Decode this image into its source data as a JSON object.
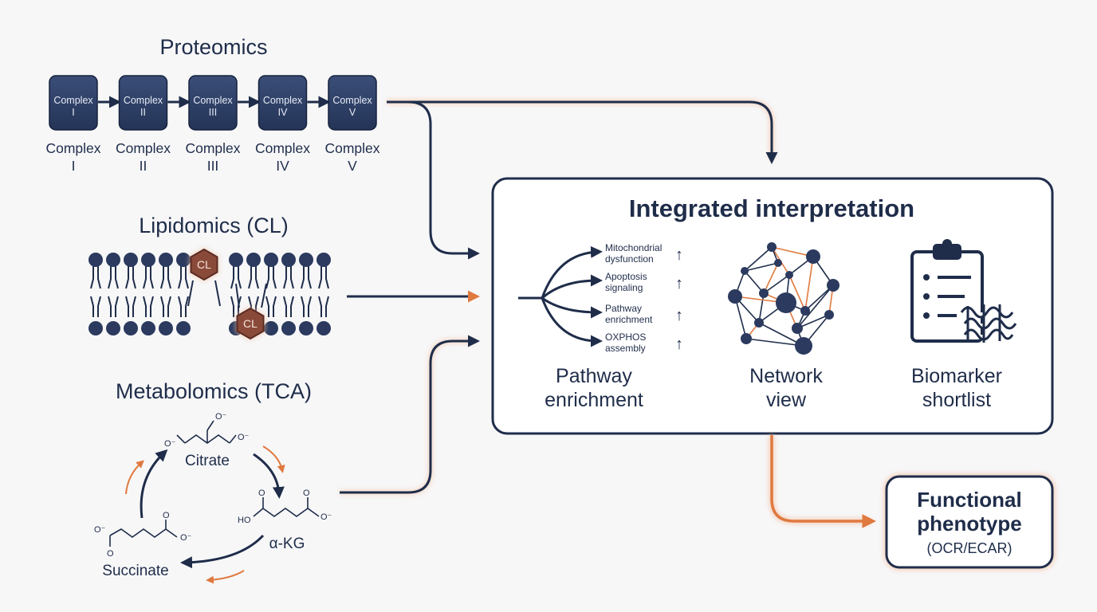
{
  "proteomics": {
    "title": "Proteomics",
    "complexes": [
      {
        "box": [
          "Complex",
          "I"
        ],
        "label": [
          "Complex",
          "I"
        ]
      },
      {
        "box": [
          "Complex",
          "II"
        ],
        "label": [
          "Complex",
          "II"
        ]
      },
      {
        "box": [
          "Complex",
          "III"
        ],
        "label": [
          "Complex",
          "III"
        ]
      },
      {
        "box": [
          "Complex",
          "IV"
        ],
        "label": [
          "Complex",
          "IV"
        ]
      },
      {
        "box": [
          "Complex",
          "V"
        ],
        "label": [
          "Complex",
          "V"
        ]
      }
    ]
  },
  "lipidomics": {
    "title": "Lipidomics (CL)",
    "marker_label": "CL"
  },
  "metabolomics": {
    "title": "Metabolomics (TCA)",
    "citrate": "Citrate",
    "akg": "α-KG",
    "succinate": "Succinate",
    "ho": "HO",
    "o_minus": "O⁻",
    "o": "O"
  },
  "integrated": {
    "title": "Integrated interpretation",
    "pathway_items": [
      {
        "lines": [
          "Mitochondrial",
          "dysfunction"
        ],
        "arrow": "↑"
      },
      {
        "lines": [
          "Apoptosis",
          "signaling"
        ],
        "arrow": "↑"
      },
      {
        "lines": [
          "Pathway",
          "enrichment"
        ],
        "arrow": "↑"
      },
      {
        "lines": [
          "OXPHOS",
          "assembly"
        ],
        "arrow": "↑"
      }
    ],
    "panels": [
      {
        "lines": [
          "Pathway",
          "enrichment"
        ]
      },
      {
        "lines": [
          "Network",
          "view"
        ]
      },
      {
        "lines": [
          "Biomarker",
          "shortlist"
        ]
      }
    ]
  },
  "phenotype": {
    "line1": "Functional",
    "line2": "phenotype",
    "line3": "(OCR/ECAR)"
  },
  "colors": {
    "navy": "#1f2d4a",
    "orange": "#e0793f",
    "panel_bg": "#ffffff"
  }
}
